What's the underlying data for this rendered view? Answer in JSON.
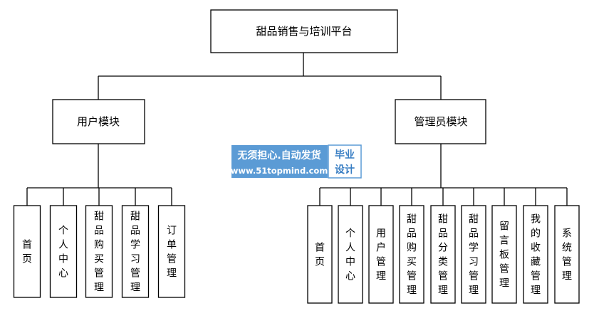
{
  "diagram": {
    "root": "甜品销售与培训平台",
    "branches": [
      {
        "label": "用户模块",
        "children": [
          "首页",
          "个人中心",
          "甜品购买管理",
          "甜品学习管理",
          "订单管理"
        ]
      },
      {
        "label": "管理员模块",
        "children": [
          "首页",
          "个人中心",
          "用户管理",
          "甜品购买管理",
          "甜品分类管理",
          "甜品学习管理",
          "留言板管理",
          "我的收藏管理",
          "系统管理"
        ]
      }
    ]
  },
  "watermark": {
    "line1": "无须担心.自动发货",
    "line2": "www.51topmind.com",
    "badge_line1": "毕业",
    "badge_line2": "设计",
    "color": "#5b9bd5"
  }
}
